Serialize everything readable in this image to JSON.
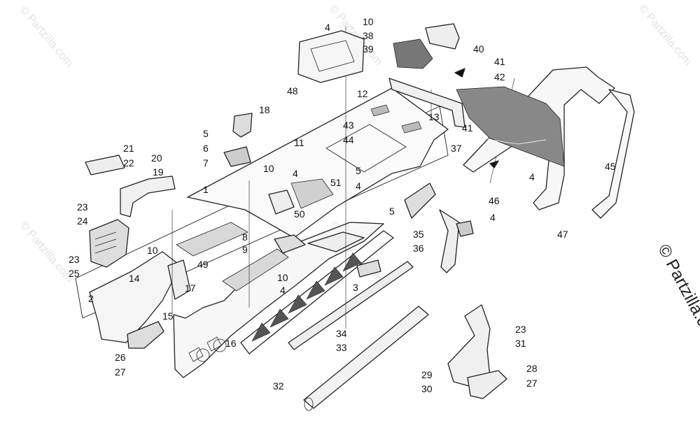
{
  "callouts": [
    "1",
    "2",
    "3",
    "4",
    "5",
    "6",
    "7",
    "8",
    "9",
    "10",
    "11",
    "12",
    "13",
    "14",
    "15",
    "16",
    "17",
    "18",
    "19",
    "20",
    "21",
    "22",
    "23",
    "24",
    "25",
    "26",
    "27",
    "28",
    "29",
    "30",
    "31",
    "32",
    "33",
    "34",
    "35",
    "36",
    "37",
    "38",
    "39",
    "40",
    "41",
    "42",
    "43",
    "44",
    "45",
    "46",
    "47",
    "48",
    "49",
    "50",
    "51"
  ],
  "watermark": "© Partzilla.com",
  "brand_mark": "© Partzilla.com"
}
